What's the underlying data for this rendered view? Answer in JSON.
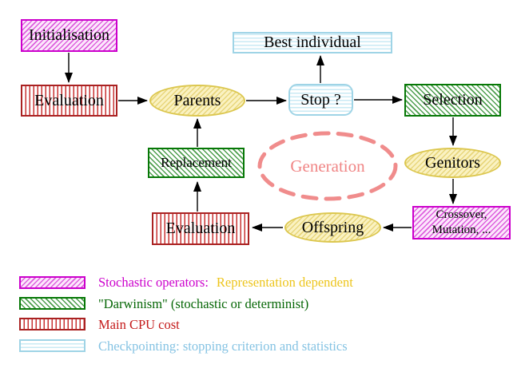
{
  "nodes": {
    "initialisation": "Initialisation",
    "evaluation_top": "Evaluation",
    "parents": "Parents",
    "best_individual": "Best individual",
    "stop": "Stop ?",
    "selection": "Selection",
    "replacement": "Replacement",
    "generation": "Generation",
    "genitors": "Genitors",
    "evaluation_bottom": "Evaluation",
    "offspring": "Offspring",
    "crossover_line1": "Crossover,",
    "crossover_line2": "Mutation, ..."
  },
  "edges": [
    {
      "from": "Initialisation",
      "to": "Evaluation"
    },
    {
      "from": "Evaluation",
      "to": "Parents"
    },
    {
      "from": "Parents",
      "to": "Stop ?"
    },
    {
      "from": "Stop ?",
      "to": "Best individual"
    },
    {
      "from": "Stop ?",
      "to": "Selection"
    },
    {
      "from": "Selection",
      "to": "Genitors"
    },
    {
      "from": "Genitors",
      "to": "Crossover, Mutation, ..."
    },
    {
      "from": "Crossover, Mutation, ...",
      "to": "Offspring"
    },
    {
      "from": "Offspring",
      "to": "Evaluation"
    },
    {
      "from": "Evaluation",
      "to": "Replacement"
    },
    {
      "from": "Replacement",
      "to": "Parents"
    }
  ],
  "legend": {
    "items": [
      {
        "pattern": "magenta-diagonal-hatch",
        "segments": [
          {
            "text": "Stochastic operators:",
            "color": "#cc00cc"
          },
          {
            "text": "Representation dependent",
            "color": "#edc51c"
          }
        ]
      },
      {
        "pattern": "green-diagonal-hatch",
        "segments": [
          {
            "text": "\"Darwinism\" (stochastic or determinist)",
            "color": "#056605"
          }
        ]
      },
      {
        "pattern": "red-vertical-stripes",
        "segments": [
          {
            "text": "Main CPU cost",
            "color": "#c41a1a"
          }
        ]
      },
      {
        "pattern": "cyan-horizontal-stripes",
        "segments": [
          {
            "text": "Checkpointing: stopping criterion and statistics",
            "color": "#85c3e3"
          }
        ]
      }
    ]
  },
  "colors": {
    "background": "#ffffff",
    "magenta_border": "#cc00cc",
    "red_border": "#aa2222",
    "cyan_border": "#9fd4e6",
    "green_border": "#067806",
    "yellow_border": "#dcc74f",
    "generation_coral": "#f08585",
    "arrow": "#000000"
  }
}
